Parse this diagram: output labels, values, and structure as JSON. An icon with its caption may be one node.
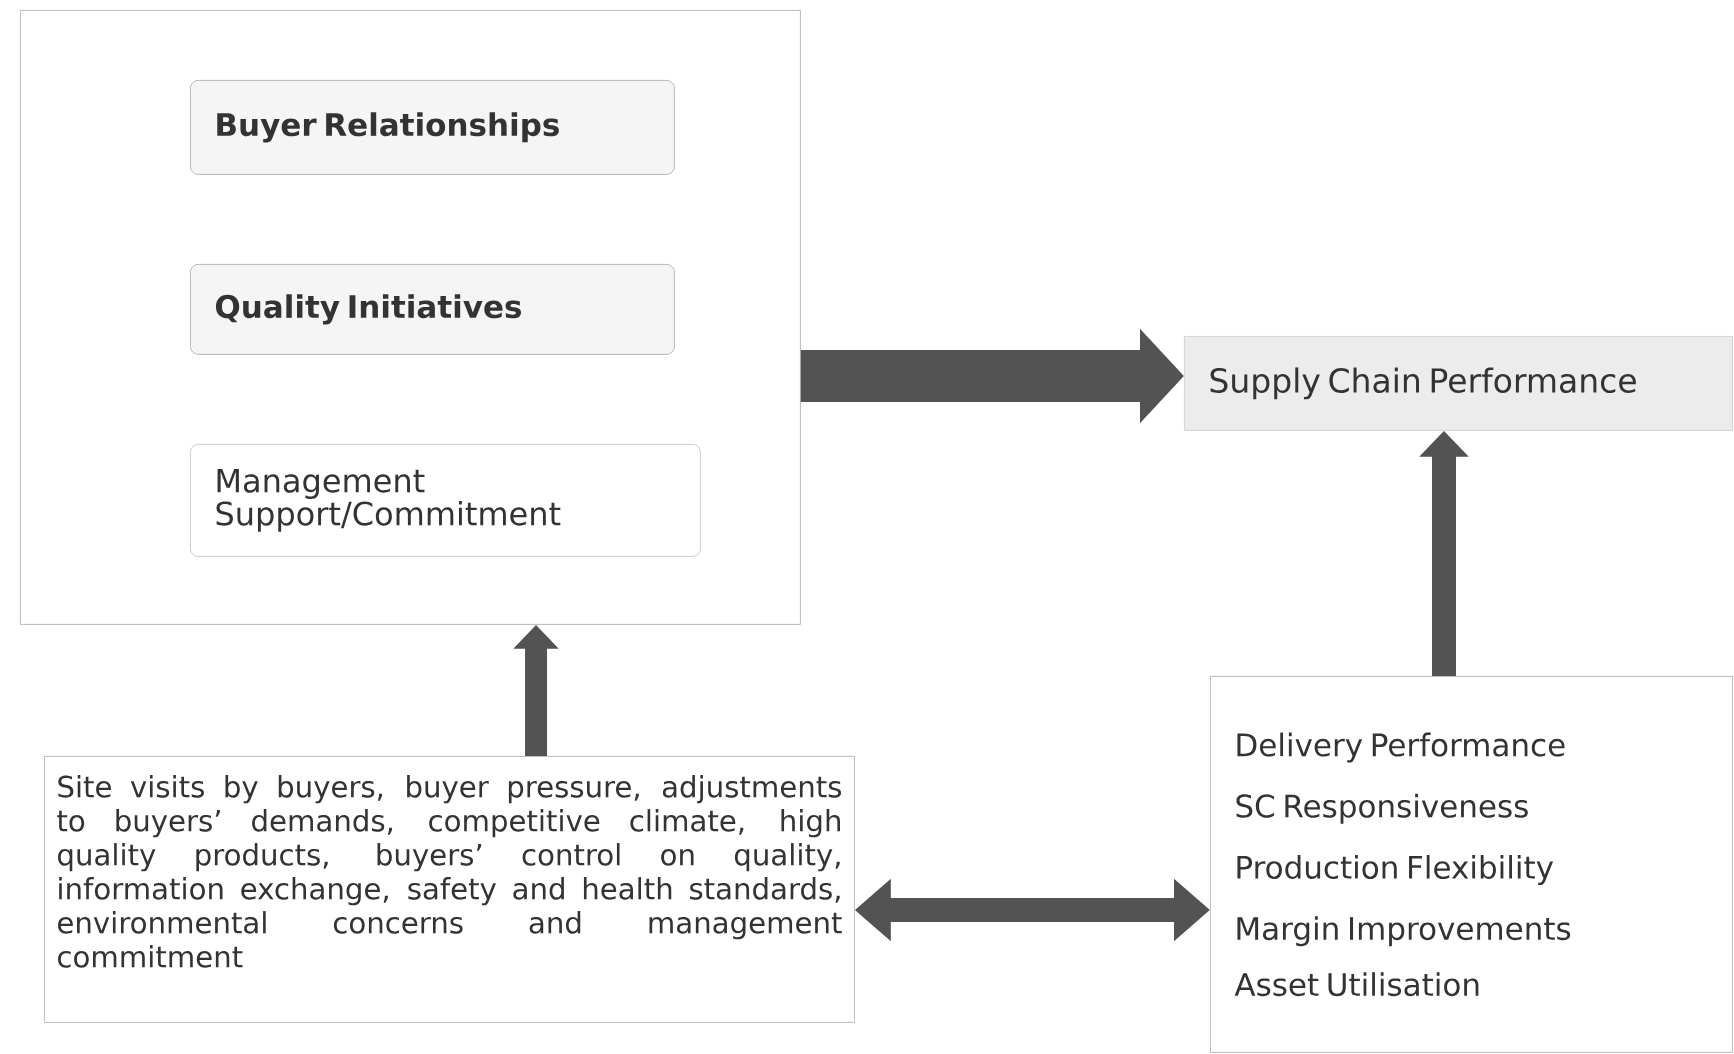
{
  "diagram": {
    "nodes": [
      {
        "text": [],
        "shape": "box"
      },
      {
        "text": [
          "Buyer Relationships"
        ],
        "in": 0
      },
      {
        "text": [
          "Quality Initiatives"
        ],
        "in": 0
      },
      {
        "text": [
          "Management Support/Commitment"
        ],
        "in": 0
      },
      {
        "text": [
          "Supply Chain Performance"
        ]
      },
      {
        "text": [
          "Site visits by buyers, buyer pressure, adjustments to buyers’ demands, competitive climate, high quality products, buyers’ control on quality, information exchange, safety and health standards, environmental concerns and management commitment"
        ]
      },
      {
        "text": [
          "Delivery Performance",
          "SC Responsiveness",
          "Production Flexibility",
          "Margin Improvements",
          "Asset Utilisation"
        ]
      }
    ],
    "edges": [
      {
        "from": 0,
        "to": 4,
        "arrow": "to",
        "style": "thick"
      },
      {
        "from": 5,
        "to": 0,
        "arrow": "to"
      },
      {
        "from": 6,
        "to": 4,
        "arrow": "to"
      },
      {
        "from": 5,
        "to": 6,
        "arrow": "both"
      }
    ]
  }
}
